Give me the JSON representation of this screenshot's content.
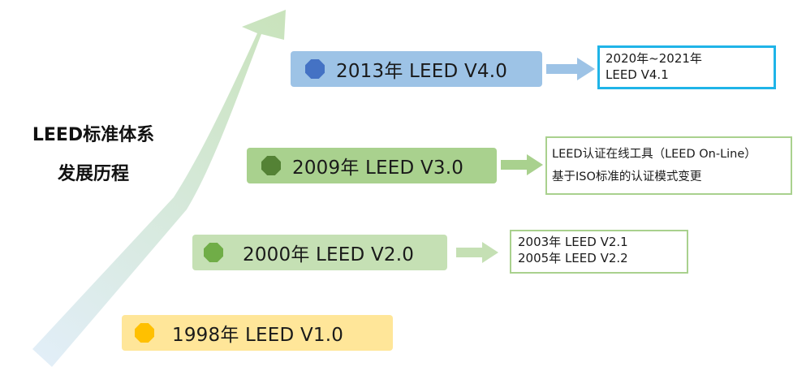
{
  "title": {
    "line1": "LEED标准体系",
    "line2": "发展历程"
  },
  "milestones": [
    {
      "label": "2013年  LEED V4.0",
      "bg": "#9dc3e6",
      "dot": "#4472c4"
    },
    {
      "label": "2009年  LEED V3.0",
      "bg": "#a9d18e",
      "dot": "#548235"
    },
    {
      "label": "2000年  LEED V2.0",
      "bg": "#c5e0b4",
      "dot": "#70ad47"
    },
    {
      "label": "1998年  LEED V1.0",
      "bg": "#ffe699",
      "dot": "#ffc000"
    }
  ],
  "notes": [
    {
      "lines": [
        "2020年~2021年",
        "LEED V4.1"
      ],
      "border": "#1fb4e8"
    },
    {
      "lines": [
        "LEED认证在线工具（LEED On-Line）",
        "基于ISO标准的认证模式变更"
      ],
      "border": "#a9d18e"
    },
    {
      "lines": [
        "2003年 LEED V2.1",
        "2005年 LEED V2.2"
      ],
      "border": "#a9d18e"
    }
  ],
  "colors": {
    "growth_arrow_start": "#e2eef8",
    "growth_arrow_end": "#c9e3bc",
    "v4_arrow": "#9dc3e6",
    "v3_arrow": "#a9d18e",
    "v2_arrow": "#c5e0b4"
  }
}
